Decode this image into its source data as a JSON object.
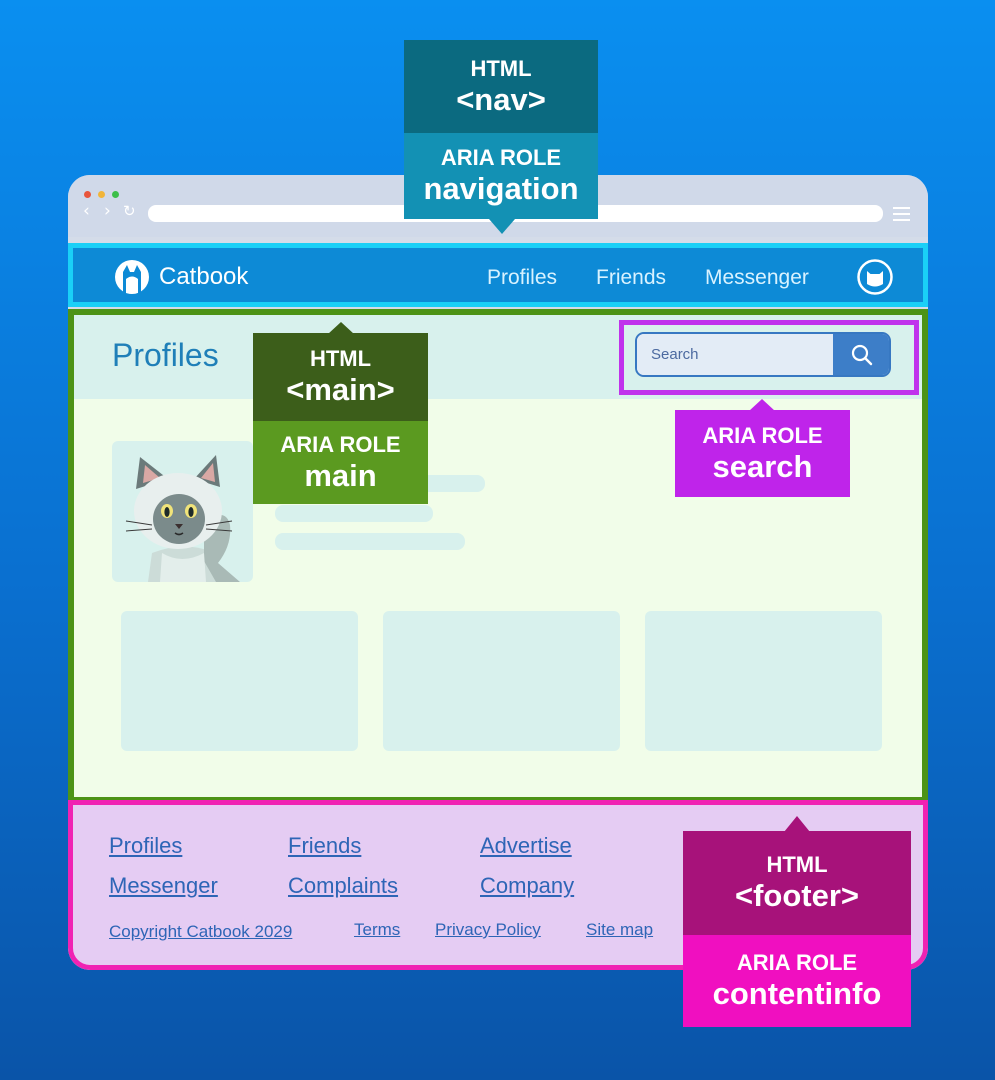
{
  "colors": {
    "background": "#0a7ee0",
    "nav_bar": "#0d8ad6",
    "nav_outline": "#1ad0f7",
    "main_background": "#f1fde9",
    "main_outline": "#4d9316",
    "search_outline": "#c033ec",
    "footer_background": "#e5ccf3",
    "footer_outline": "#f022b3",
    "link_blue": "#2e65b6"
  },
  "browser": {
    "nav": {
      "brand": "Catbook",
      "brand_icon": "cat-head-icon",
      "links": [
        "Profiles",
        "Friends",
        "Messenger"
      ],
      "profile_icon": "cat-avatar-icon"
    },
    "main": {
      "title": "Profiles",
      "search": {
        "placeholder": "Search",
        "icon": "magnifier-icon"
      }
    },
    "footer": {
      "links_row1": [
        "Profiles",
        "Friends",
        "Advertise"
      ],
      "links_row2": [
        "Messenger",
        "Complaints",
        "Company"
      ],
      "small_links": [
        "Copyright Catbook 2029",
        "Terms",
        "Privacy Policy",
        "Site map"
      ]
    }
  },
  "labels": {
    "nav": {
      "html": "HTML",
      "tag": "<nav>",
      "aria": "ARIA ROLE",
      "role": "navigation"
    },
    "main": {
      "html": "HTML",
      "tag": "<main>",
      "aria": "ARIA ROLE",
      "role": "main"
    },
    "search": {
      "aria": "ARIA ROLE",
      "role": "search"
    },
    "footer": {
      "html": "HTML",
      "tag": "<footer>",
      "aria": "ARIA ROLE",
      "role": "contentinfo"
    }
  }
}
